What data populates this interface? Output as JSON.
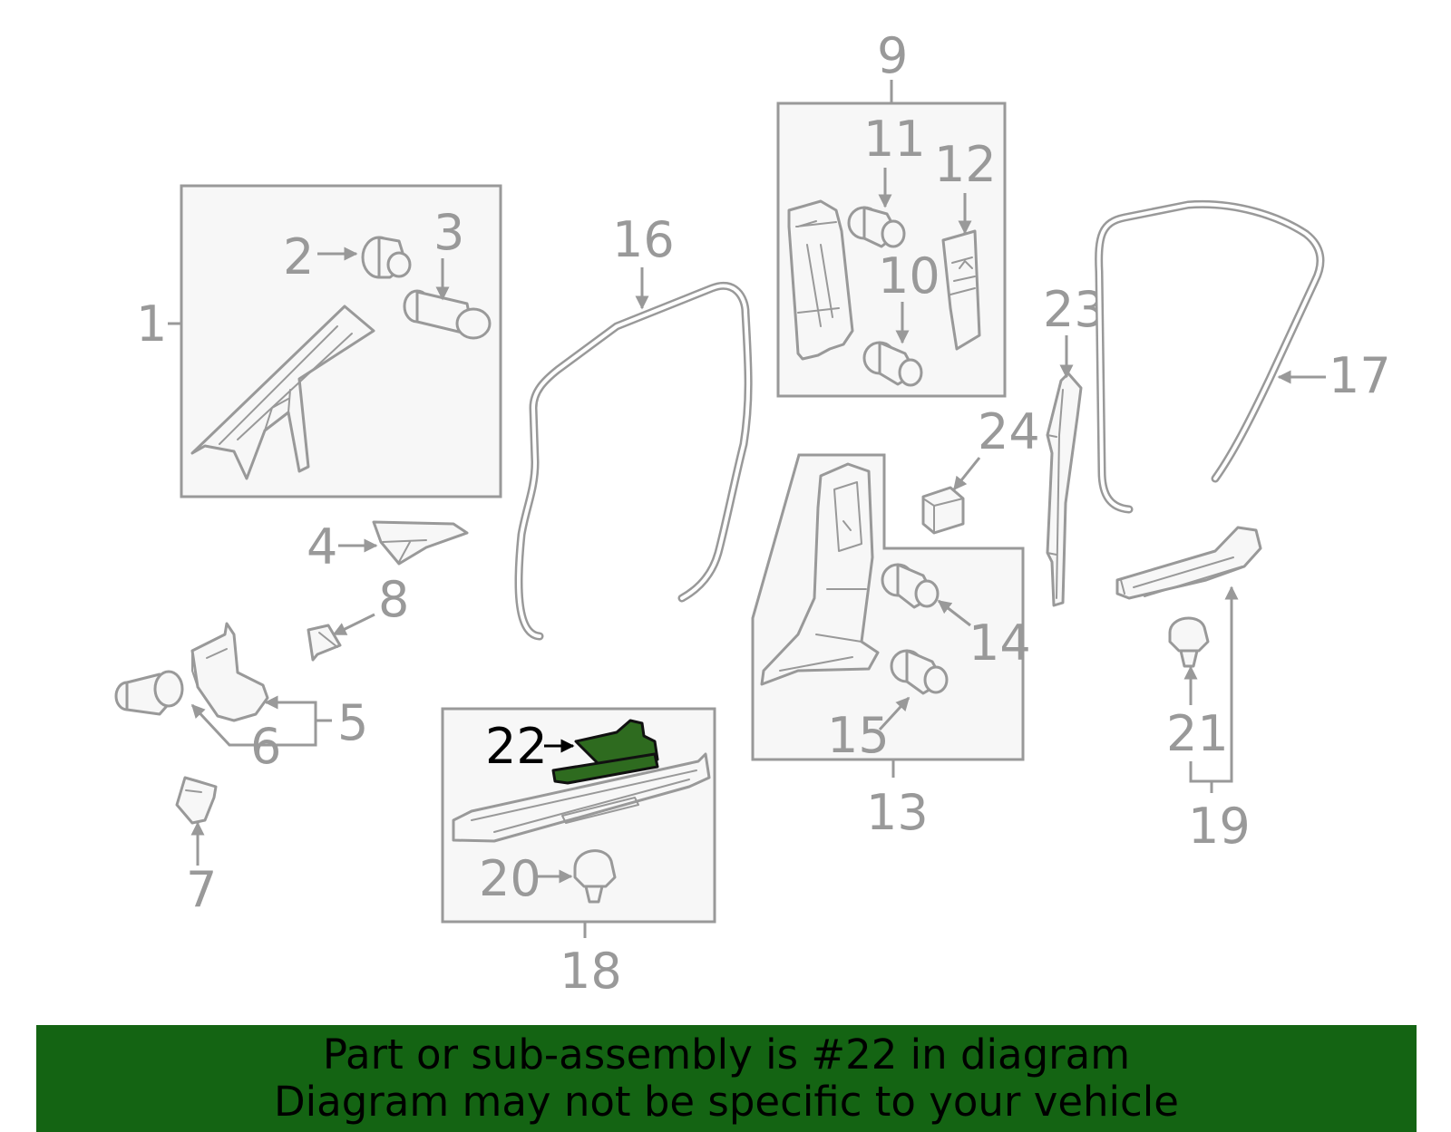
{
  "callouts": {
    "n1": "1",
    "n2": "2",
    "n3": "3",
    "n4": "4",
    "n5": "5",
    "n6": "6",
    "n7": "7",
    "n8": "8",
    "n9": "9",
    "n10": "10",
    "n11": "11",
    "n12": "12",
    "n13": "13",
    "n14": "14",
    "n15": "15",
    "n16": "16",
    "n17": "17",
    "n18": "18",
    "n19": "19",
    "n20": "20",
    "n21": "21",
    "n22": "22",
    "n23": "23",
    "n24": "24"
  },
  "highlighted_part": "22",
  "colors": {
    "line": "#999999",
    "box_fill": "#f7f7f7",
    "highlight_fill": "#2e6b1f",
    "banner_bg": "#146413",
    "banner_text": "#000000"
  },
  "banner": {
    "line1": "Part or sub-assembly is #22 in diagram",
    "line2": "Diagram may not be specific to your vehicle"
  }
}
